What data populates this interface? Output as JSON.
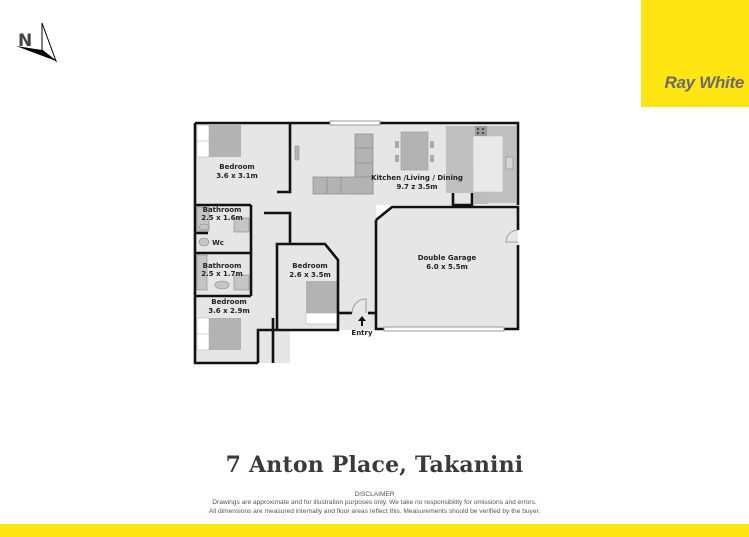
{
  "brand": {
    "name": "Ray White",
    "color": "#ffe512",
    "text_color": "#6b6b6b"
  },
  "compass": {
    "label": "N",
    "icon": "north-arrow-icon"
  },
  "floorplan": {
    "rooms": [
      {
        "name": "Bedroom",
        "size": "3.6 x 3.1m"
      },
      {
        "name": "Kitchen /Living / Dining",
        "size": "9.7 z 3.5m"
      },
      {
        "name": "Bathroom",
        "size": "2.5 x 1.6m"
      },
      {
        "name": "Wc",
        "size": ""
      },
      {
        "name": "Bathroom",
        "size": "2.5 x 1.7m"
      },
      {
        "name": "Bedroom",
        "size": "2.6 x 3.5m"
      },
      {
        "name": "Double Garage",
        "size": "6.0 x 5.5m"
      },
      {
        "name": "Bedroom",
        "size": "3.6 x 2.9m"
      }
    ],
    "entry_label": "Entry",
    "colors": {
      "floor": "#e6e6e6",
      "wall": "#111111",
      "furniture": "#b3b3b3",
      "bench": "#c8c8c8"
    }
  },
  "address": "7 Anton Place, Takanini",
  "disclaimer": {
    "title": "DISCLAIMER",
    "line1": "Drawings are approximate and for illustration purposes only. We take no responsibility for omissions and errors.",
    "line2": "All dimensions are measured internally and floor areas reflect this. Measurements should be verified by the buyer."
  }
}
